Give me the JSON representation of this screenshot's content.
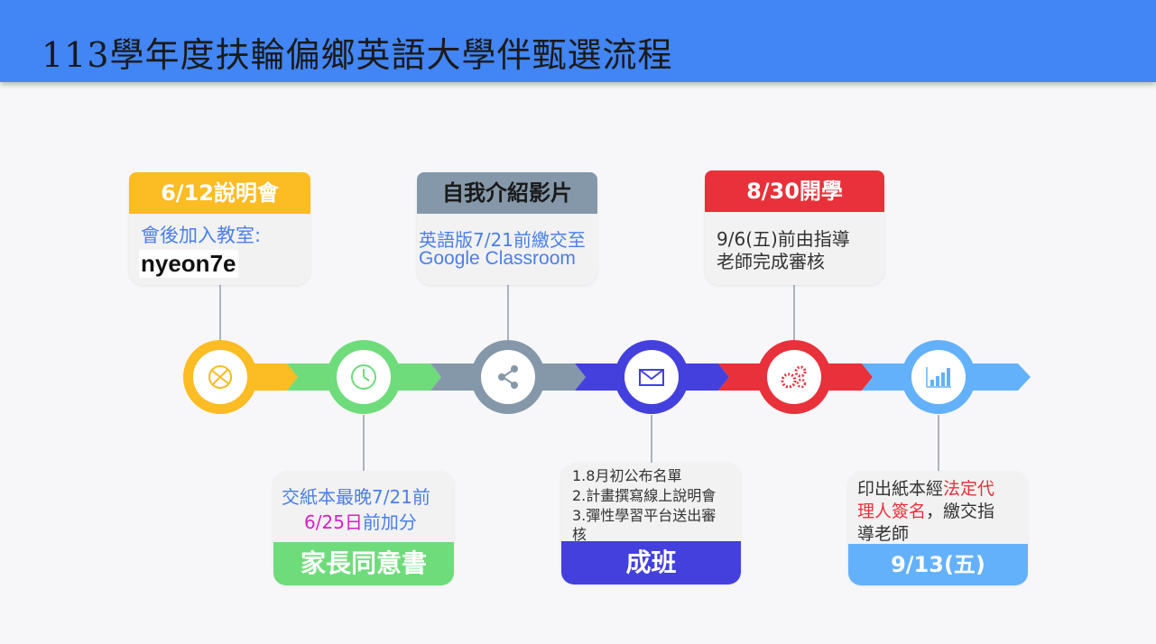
{
  "title": "113學年度扶輪偏鄉英語大學伴甄選流程",
  "colors": {
    "header": "#4285f4",
    "stage1": "#fbbc24",
    "stage2": "#6fdc7b",
    "stage3": "#8598a9",
    "stage4": "#4340de",
    "stage5": "#e8313a",
    "stage6": "#64b1fb"
  },
  "icons": [
    "globe-icon",
    "clock-icon",
    "share-icon",
    "mail-icon",
    "gears-icon",
    "bar-chart-icon"
  ],
  "stage1": {
    "tab": "6/12說明會",
    "line1": "會後加入教室:",
    "code": "nyeon7e"
  },
  "stage2": {
    "line1": "交紙本最晚7/21前",
    "date": "6/25日",
    "line2_rest": "前加分",
    "tab": "家長同意書"
  },
  "stage3": {
    "tab": "自我介紹影片",
    "line1": "英語版7/21前繳交至",
    "line2": "Google Classroom"
  },
  "stage4": {
    "items": [
      "1.8月初公布名單",
      "2.計畫撰寫線上說明會",
      "3.彈性學習平台送出審",
      "核"
    ],
    "tab": "成班"
  },
  "stage5": {
    "tab": "8/30開學",
    "line1": "9/6(五)前由指導",
    "line2": "老師完成審核"
  },
  "stage6": {
    "l1a": "印出紙本經",
    "l1b": "法定代",
    "l2a": "理人簽名",
    "l2b": "，繳交指",
    "l3": "導老師",
    "tab": "9/13(五)"
  }
}
